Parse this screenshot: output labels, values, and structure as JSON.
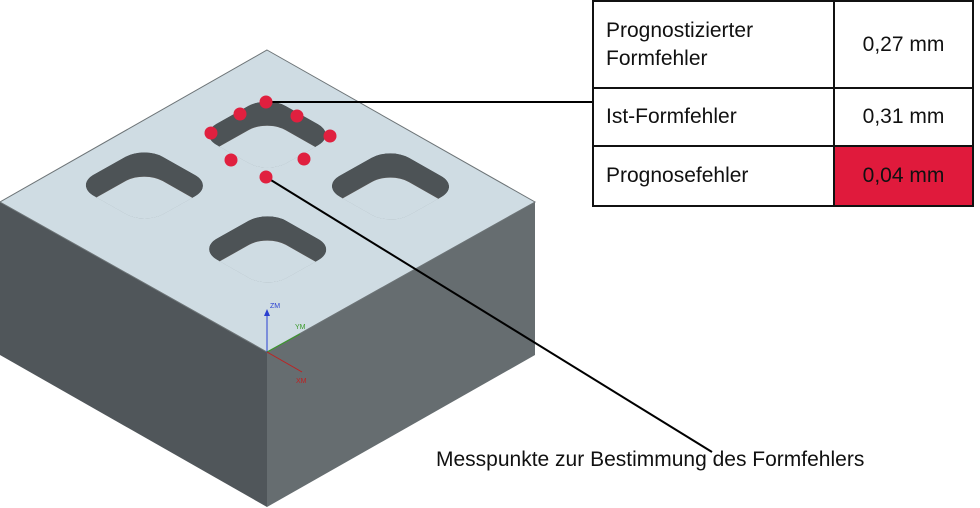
{
  "table": {
    "rows": [
      {
        "label": "Prognostizierter Formfehler",
        "value": "0,27 mm",
        "highlight": false
      },
      {
        "label": "Ist-Formfehler",
        "value": "0,31 mm",
        "highlight": false
      },
      {
        "label": "Prognosefehler",
        "value": "0,04 mm",
        "highlight": true
      }
    ]
  },
  "caption": "Messpunkte zur Bestimmung des Formfehlers",
  "axes": {
    "z": "ZM",
    "y": "YM",
    "x": "XM"
  },
  "colors": {
    "highlight": "#e01a3c",
    "dot": "#e0203f",
    "top_face": "#cfdce3",
    "left_face": "#50565a",
    "right_face": "#666d70"
  }
}
